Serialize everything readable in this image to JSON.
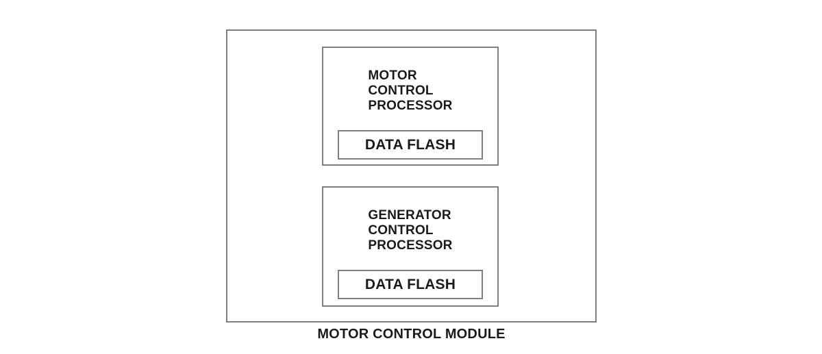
{
  "colors": {
    "background": "#ffffff",
    "border": "#7e7e7e",
    "text": "#1a1a1a"
  },
  "diagram": {
    "module_label": "MOTOR CONTROL MODULE",
    "processors": [
      {
        "label_lines": [
          "MOTOR",
          "CONTROL",
          "PROCESSOR"
        ],
        "flash_label": "DATA FLASH"
      },
      {
        "label_lines": [
          "GENERATOR",
          "CONTROL",
          "PROCESSOR"
        ],
        "flash_label": "DATA FLASH"
      }
    ]
  }
}
